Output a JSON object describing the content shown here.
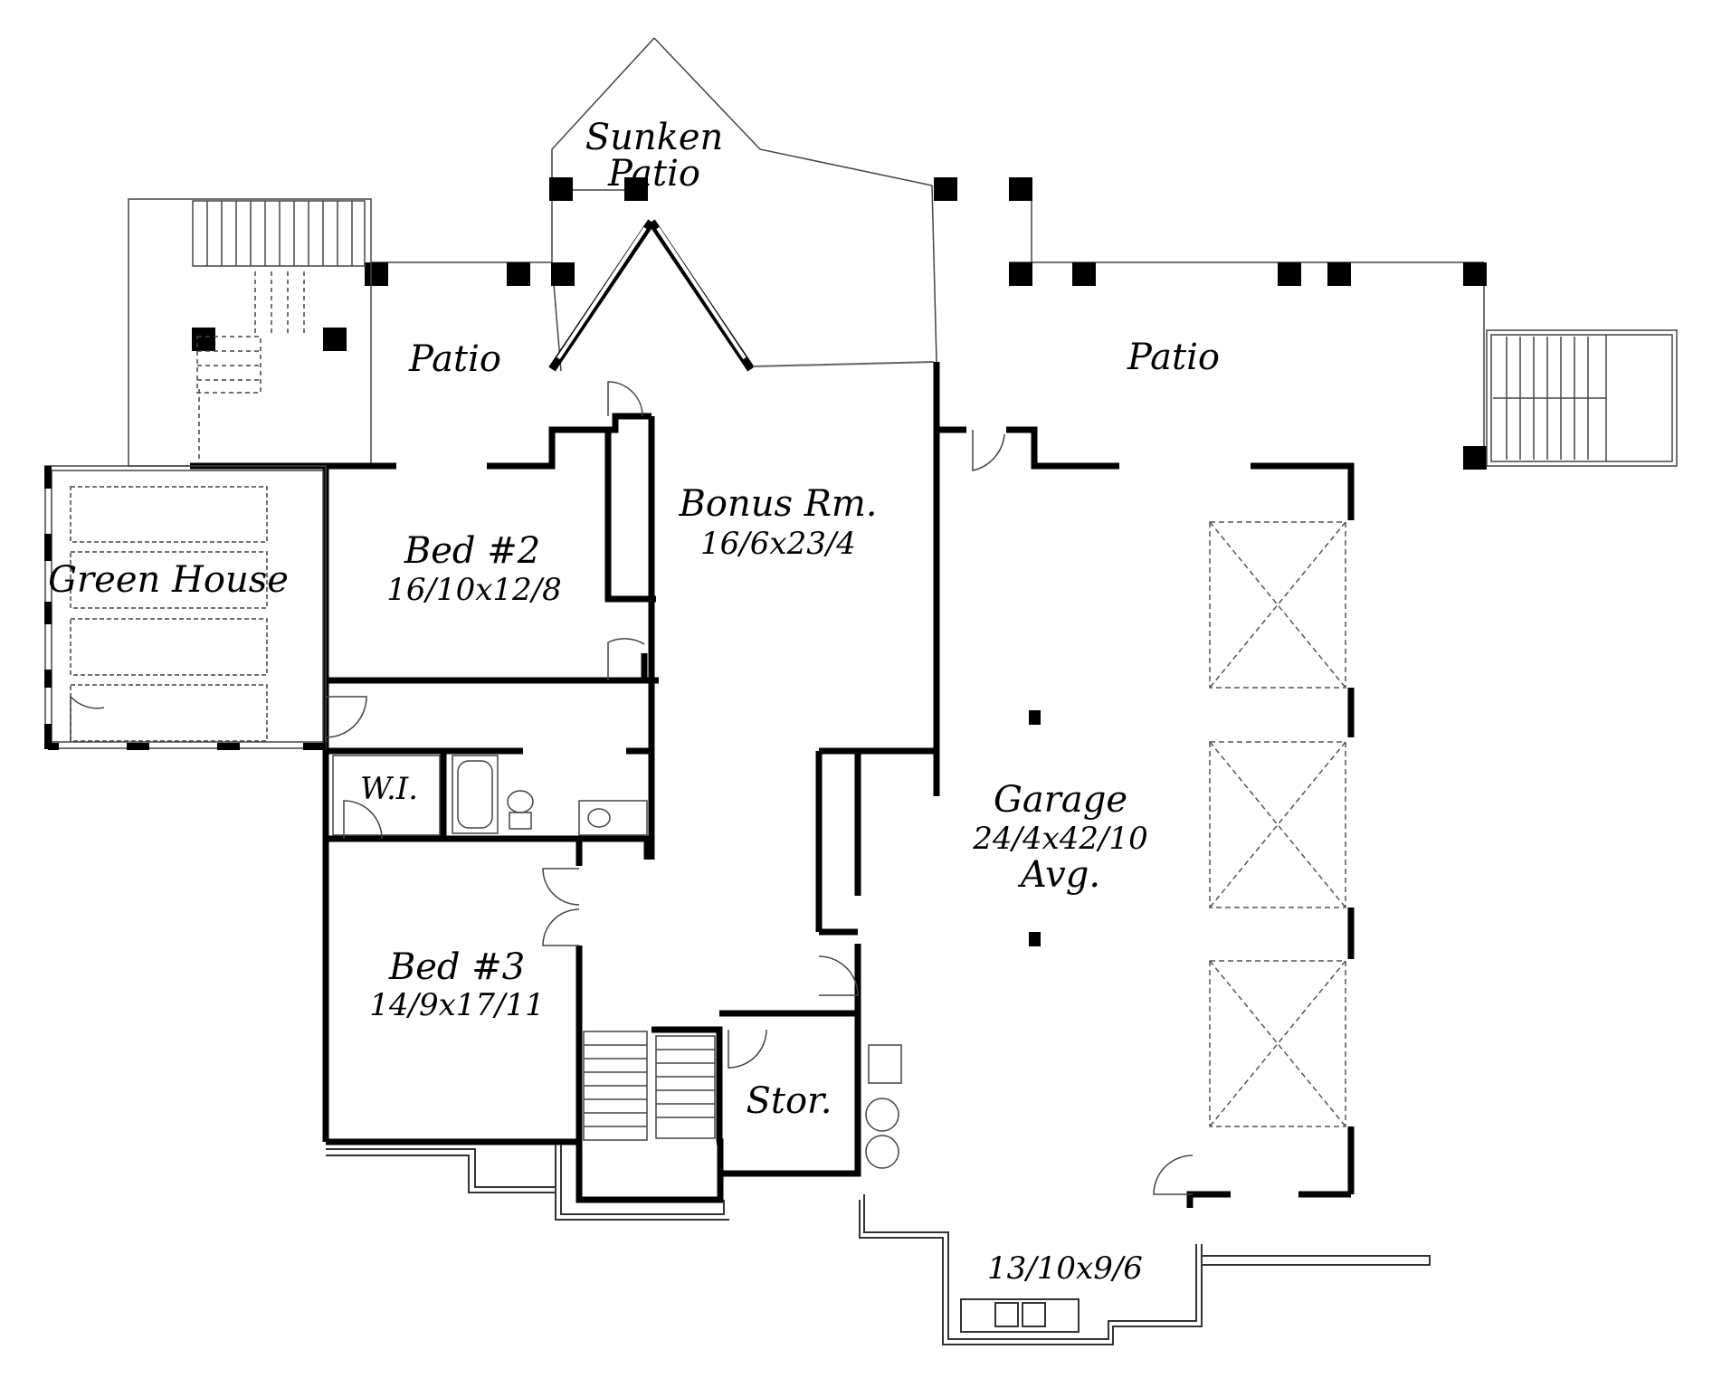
{
  "rooms": {
    "sunken_patio": {
      "line1": "Sunken",
      "line2": "Patio"
    },
    "patio_left": {
      "name": "Patio"
    },
    "patio_right": {
      "name": "Patio"
    },
    "bonus_room": {
      "name": "Bonus Rm.",
      "dim": "16/6x23/4"
    },
    "bed2": {
      "name": "Bed #2",
      "dim": "16/10x12/8"
    },
    "green_house": {
      "name": "Green House"
    },
    "wi": {
      "name": "W.I."
    },
    "garage": {
      "name": "Garage",
      "dim": "24/4x42/10",
      "note": "Avg."
    },
    "bed3": {
      "name": "Bed #3",
      "dim": "14/9x17/11"
    },
    "storage": {
      "name": "Stor."
    },
    "garage_ext": {
      "dim": "13/10x9/6"
    }
  },
  "colors": {
    "wall": "#000000",
    "paper": "#ffffff",
    "thin": "#555555"
  }
}
